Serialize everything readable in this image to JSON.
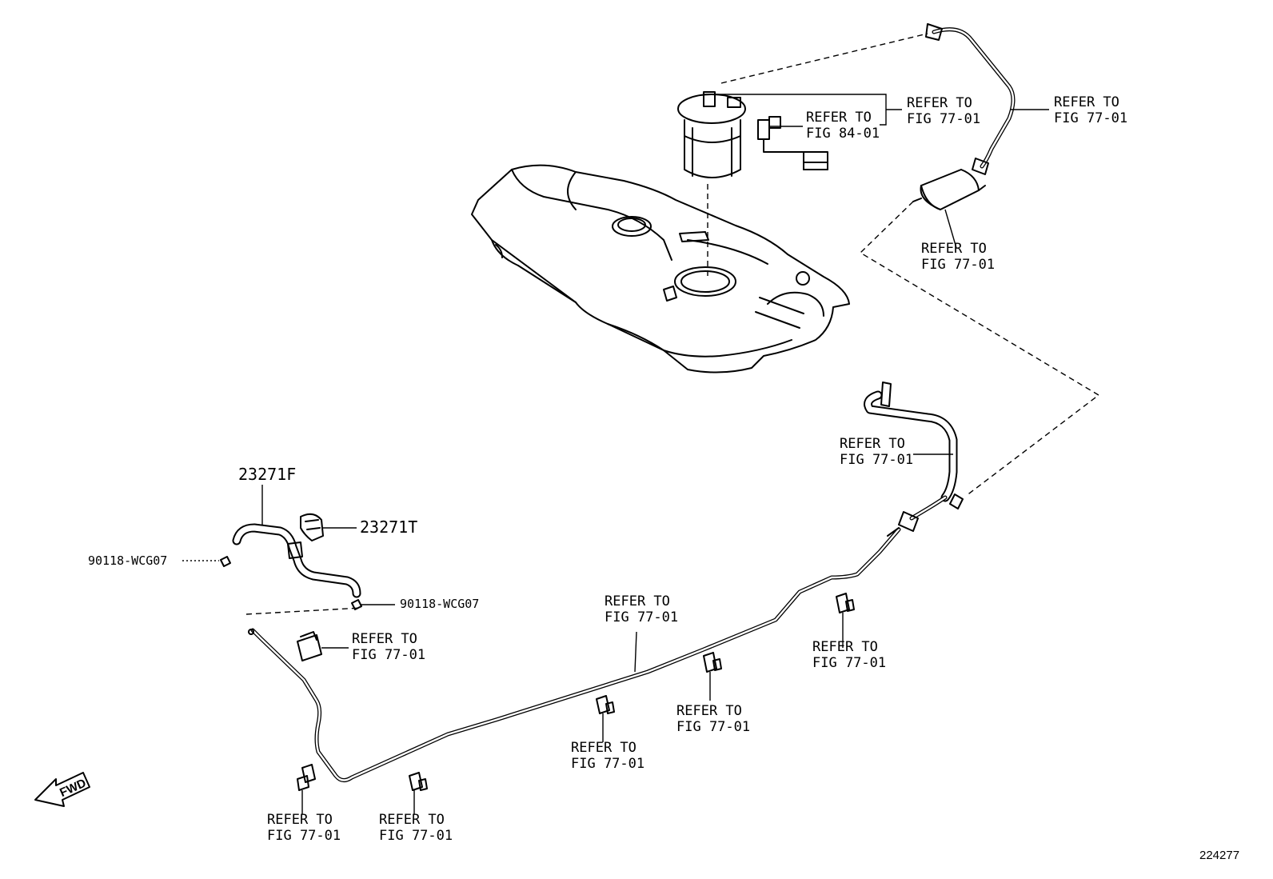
{
  "figure_number": "224277",
  "fwd_label": "FWD",
  "parts": {
    "p23271F": "23271F",
    "p23271T": "23271T",
    "p90118_left": "90118-WCG07",
    "p90118_right": "90118-WCG07"
  },
  "refs": {
    "pump_upper": {
      "line1": "REFER TO",
      "line2": "FIG 77-01"
    },
    "gauge": {
      "line1": "REFER TO",
      "line2": "FIG 84-01"
    },
    "top_right_tube": {
      "line1": "REFER TO",
      "line2": "FIG 77-01"
    },
    "filter": {
      "line1": "REFER TO",
      "line2": "FIG 77-01"
    },
    "right_hose": {
      "line1": "REFER TO",
      "line2": "FIG 77-01"
    },
    "left_clamp": {
      "line1": "REFER TO",
      "line2": "FIG 77-01"
    },
    "main_line": {
      "line1": "REFER TO",
      "line2": "FIG 77-01"
    },
    "clamp_right": {
      "line1": "REFER TO",
      "line2": "FIG 77-01"
    },
    "clamp_mid": {
      "line1": "REFER TO",
      "line2": "FIG 77-01"
    },
    "clamp_center": {
      "line1": "REFER TO",
      "line2": "FIG 77-01"
    },
    "clamp_bottom_left": {
      "line1": "REFER TO",
      "line2": "FIG 77-01"
    },
    "clamp_bottom_mid": {
      "line1": "REFER TO",
      "line2": "FIG 77-01"
    }
  }
}
